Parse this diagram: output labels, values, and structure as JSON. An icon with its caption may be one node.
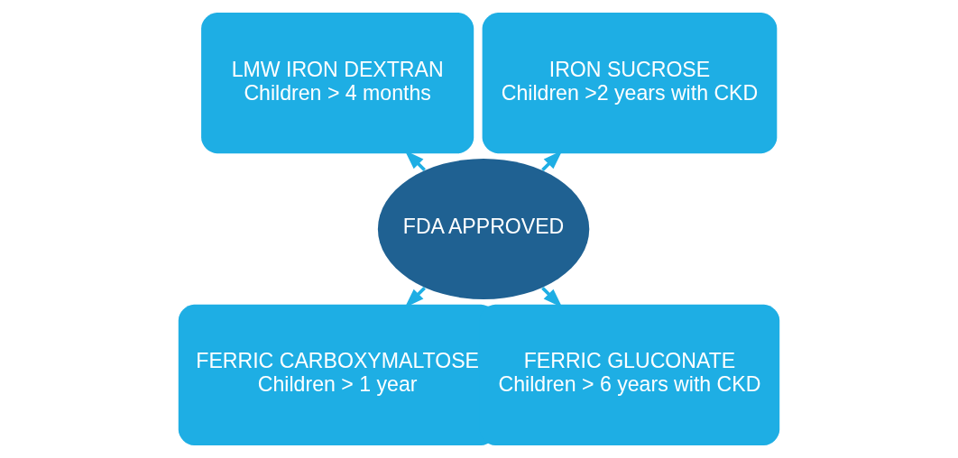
{
  "diagram": {
    "nodes": [
      {
        "text": [
          "FDA APPROVED"
        ]
      },
      {
        "text": [
          "IRON SUCROSE",
          "Children >2 years with CKD"
        ]
      },
      {
        "text": [
          "LMW IRON DEXTRAN",
          "Children > 4 months"
        ]
      },
      {
        "text": [
          "FERRIC CARBOXYMALTOSE",
          "Children > 1 year"
        ]
      },
      {
        "text": [
          "FERRIC GLUCONATE",
          "Children > 6 years with CKD"
        ]
      }
    ],
    "edges": [
      {
        "from": 0,
        "to": 1,
        "arrow": "to"
      },
      {
        "from": 0,
        "to": 2,
        "arrow": "to"
      },
      {
        "from": 0,
        "to": 3,
        "arrow": "to"
      },
      {
        "from": 0,
        "to": 4,
        "arrow": "to"
      }
    ]
  }
}
